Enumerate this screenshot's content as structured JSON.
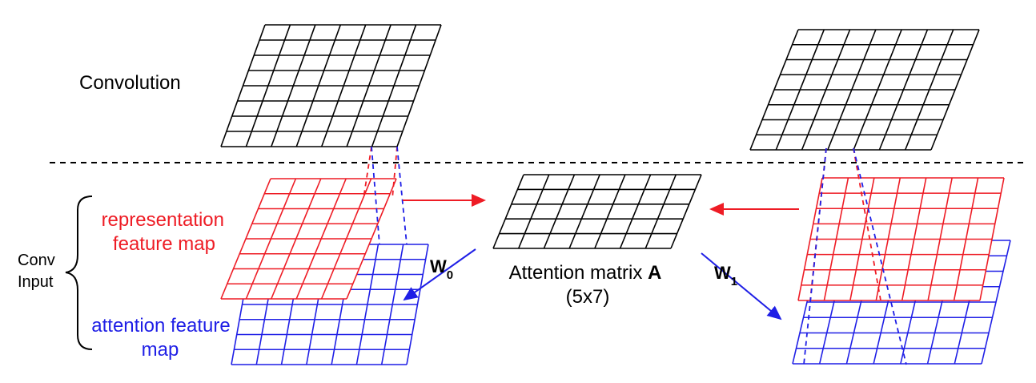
{
  "colors": {
    "conv": "#000000",
    "representation": "#ee1c25",
    "attention": "#1f1fe6",
    "divider": "#000000"
  },
  "labels": {
    "convolution": "Convolution",
    "conv_input_line1": "Conv",
    "conv_input_line2": "Input",
    "representation_line1": "representation",
    "representation_line2": "feature map",
    "attention_line1": "attention  feature",
    "attention_line2": "map",
    "attention_matrix_prefix": "Attention matrix ",
    "attention_matrix_symbol": "A",
    "attention_matrix_size": "(5x7)",
    "w0_letter": "W",
    "w0_sub": "0",
    "w1_letter": "W",
    "w1_sub": "1"
  }
}
